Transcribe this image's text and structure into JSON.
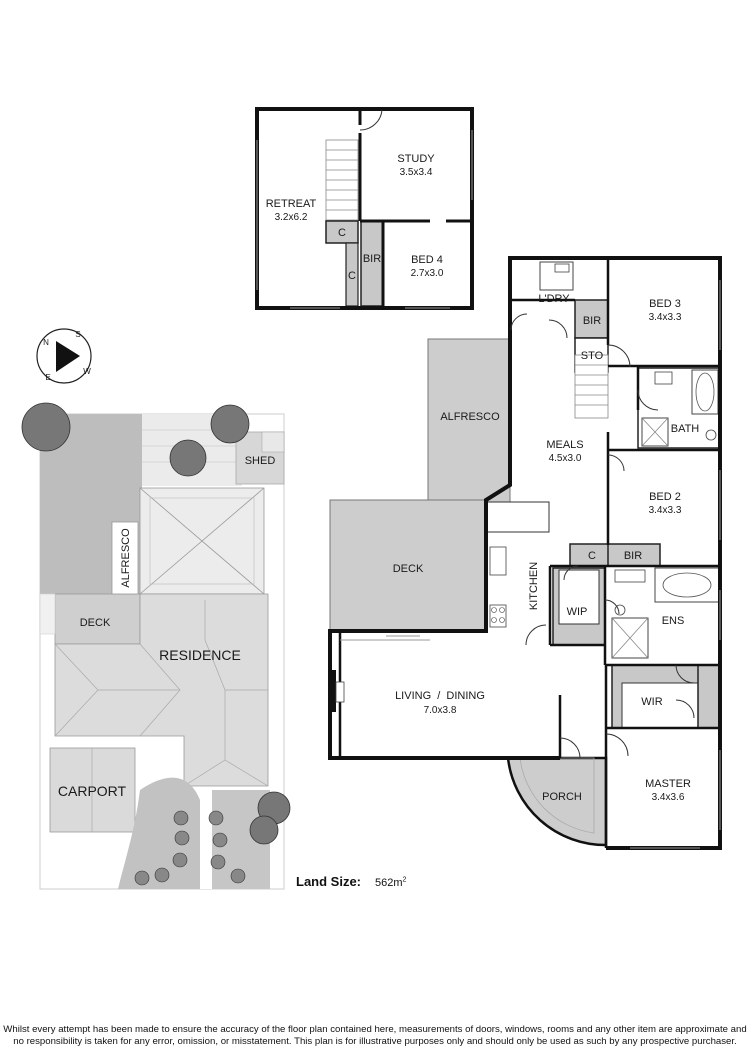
{
  "upper_floor": {
    "retreat": {
      "name": "RETREAT",
      "dims": "3.2x6.2"
    },
    "study": {
      "name": "STUDY",
      "dims": "3.5x3.4"
    },
    "bed4": {
      "name": "BED 4",
      "dims": "2.7x3.0"
    },
    "c1": "C",
    "c2": "C",
    "bir": "BIR"
  },
  "site_plan": {
    "compass": {
      "n": "N",
      "s": "S",
      "e": "E",
      "w": "W"
    },
    "shed": "SHED",
    "alfresco": "ALFRESCO",
    "deck": "DECK",
    "residence": "RESIDENCE",
    "carport": "CARPORT"
  },
  "ground_floor": {
    "ldry": "L'DRY",
    "bir_bed3": "BIR",
    "sto": "STO",
    "bed3": {
      "name": "BED 3",
      "dims": "3.4x3.3"
    },
    "alfresco": "ALFRESCO",
    "meals": {
      "name": "MEALS",
      "dims": "4.5x3.0"
    },
    "bath": "BATH",
    "bed2": {
      "name": "BED 2",
      "dims": "3.4x3.3"
    },
    "deck": "DECK",
    "c": "C",
    "bir_bed2": "BIR",
    "kitchen": "KITCHEN",
    "wip": "WIP",
    "ens": "ENS",
    "living": {
      "name": "LIVING  /  DINING",
      "dims": "7.0x3.8"
    },
    "wir": "WIR",
    "porch": "PORCH",
    "master": {
      "name": "MASTER",
      "dims": "3.4x3.6"
    }
  },
  "land_size": {
    "label": "Land Size:",
    "value": "562m",
    "unit_sup": "2"
  },
  "disclaimer": "Whilst every attempt has been made to ensure the accuracy of the floor plan contained here, measurements of doors, windows, rooms and any other item are approximate and no responsibility is taken for any error, omission, or misstatement. This plan is for illustrative purposes only and should only be used as such by any prospective purchaser."
}
